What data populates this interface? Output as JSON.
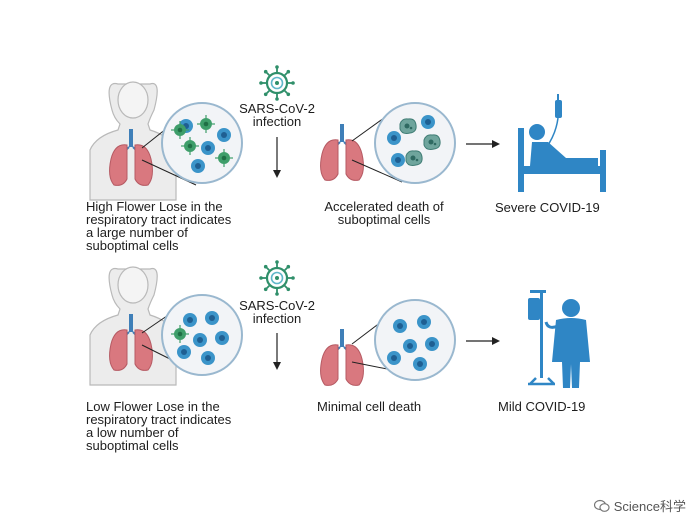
{
  "row1": {
    "virus_label": [
      "SARS-CoV-2",
      "infection"
    ],
    "caption_left": [
      "High Flower Lose in the",
      "respiratory tract indicates",
      "a large number of",
      "suboptimal cells"
    ],
    "caption_mid": [
      "Accelerated death of",
      "suboptimal cells"
    ],
    "caption_right": "Severe COVID-19"
  },
  "row2": {
    "virus_label": [
      "SARS-CoV-2",
      "infection"
    ],
    "caption_left": [
      "Low Flower Lose in the",
      "respiratory tract indicates",
      "a low number of",
      "suboptimal cells"
    ],
    "caption_mid": "Minimal cell death",
    "caption_right": "Mild COVID-19"
  },
  "watermark": "Science科学",
  "colors": {
    "lung": "#d9787f",
    "cell_blue": "#3b94c9",
    "cell_green": "#3e9e6a",
    "patient_blue": "#2f86c5",
    "outline_gray": "#b9b9b9"
  }
}
